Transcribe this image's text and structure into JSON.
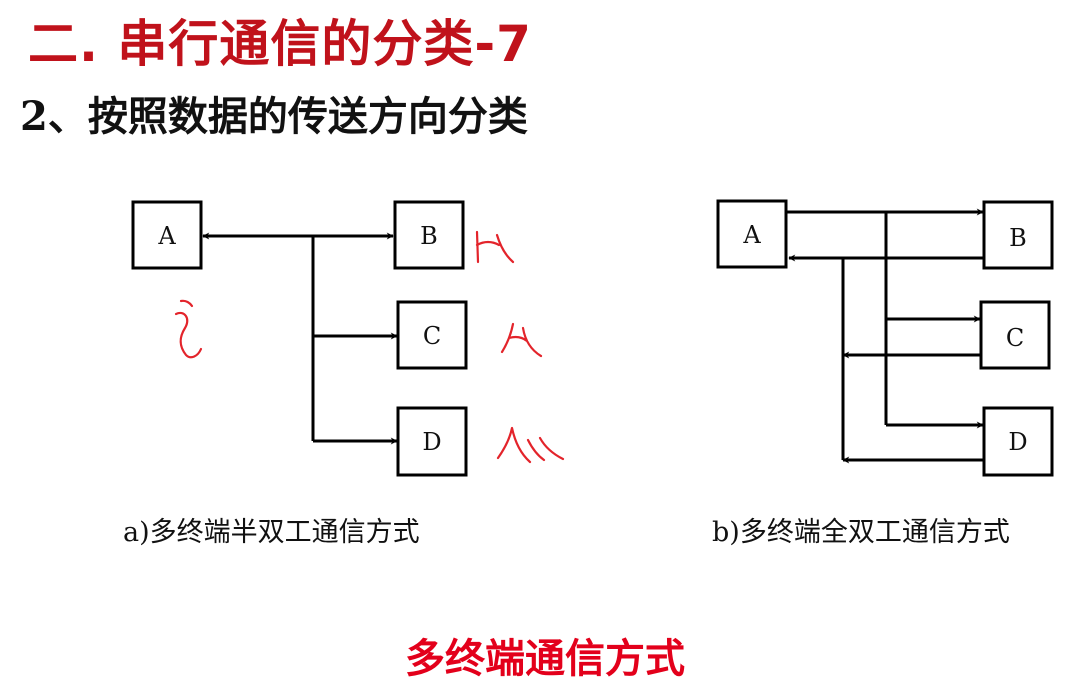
{
  "header": {
    "title": "二. 串行通信的分类-7",
    "subtitle": "2、按照数据的传送方向分类"
  },
  "diagram_a": {
    "caption": "a)多终端半双工通信方式",
    "nodes": [
      "A",
      "B",
      "C",
      "D"
    ]
  },
  "diagram_b": {
    "caption": "b)多终端全双工通信方式",
    "nodes": [
      "A",
      "B",
      "C",
      "D"
    ]
  },
  "footer": {
    "text": "多终端通信方式"
  },
  "colors": {
    "title": "#c0121b",
    "footer": "#e3001b",
    "annotation": "#e3242b"
  }
}
